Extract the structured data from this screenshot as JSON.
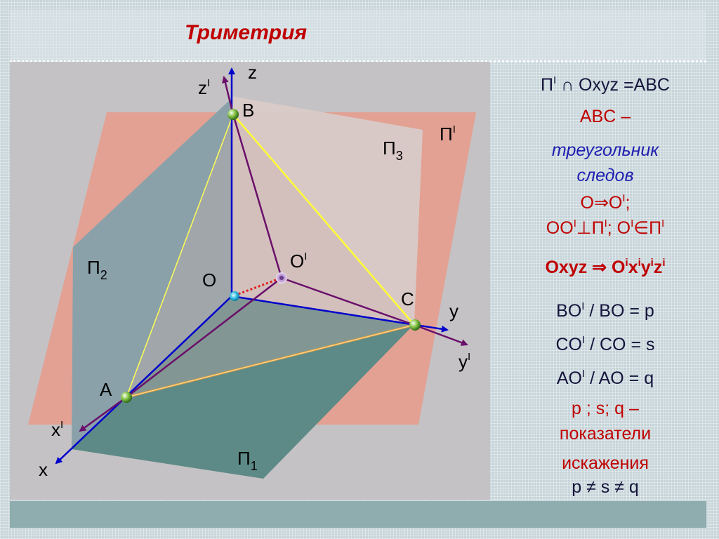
{
  "slide": {
    "title": "Триметрия"
  },
  "diagram": {
    "axes": {
      "z": "z",
      "z_prime": "z",
      "y": "y",
      "y_prime": "y",
      "x": "x",
      "x_prime": "x",
      "prime_mark": "I"
    },
    "points": {
      "A": "A",
      "B": "B",
      "C": "C",
      "O": "O",
      "O_prime": "O"
    },
    "planes": {
      "pi1": "П",
      "pi1_sub": "1",
      "pi2": "П",
      "pi2_sub": "2",
      "pi3": "П",
      "pi3_sub": "3",
      "pi_prime": "П",
      "pi_prime_mark": "I"
    }
  },
  "notes": {
    "line1": {
      "a": "П",
      "b": "I",
      "c": " ∩ Oxyz =ABC"
    },
    "line2": "ABC –",
    "line3": "треугольник",
    "line4": "следов",
    "line5": {
      "a": "O⇒O",
      "b": "I",
      "c": ";"
    },
    "line6": {
      "a": "OO",
      "b": "I",
      "c": "⊥П",
      "d": "I",
      "e": "; O",
      "f": "I",
      "g": "∈П",
      "h": "I"
    },
    "line7": {
      "a": "Oxyz ⇒ O",
      "b": "i",
      "c": "x",
      "d": "i",
      "e": "y",
      "f": "i",
      "g": "z",
      "h": "i"
    },
    "line8": {
      "a": "BO",
      "b": "I",
      "c": " / BO = p"
    },
    "line9": {
      "a": "CO",
      "b": "I",
      "c": " / CO = s"
    },
    "line10": {
      "a": "AO",
      "b": "I",
      "c": " / AO = q"
    },
    "line11": "p ; s; q –",
    "line12": "показатели",
    "line13": "искажения",
    "line14": "p ≠ s ≠ q"
  },
  "colors": {
    "title": "#c00000",
    "accent_red": "#c00000",
    "accent_blue": "#1f1fb0",
    "plane_pi_prime": "#e3a193",
    "plane_pi1": "#5f8c88",
    "plane_pi2": "#8da3ab",
    "plane_pi3": "#d9c9c5"
  }
}
